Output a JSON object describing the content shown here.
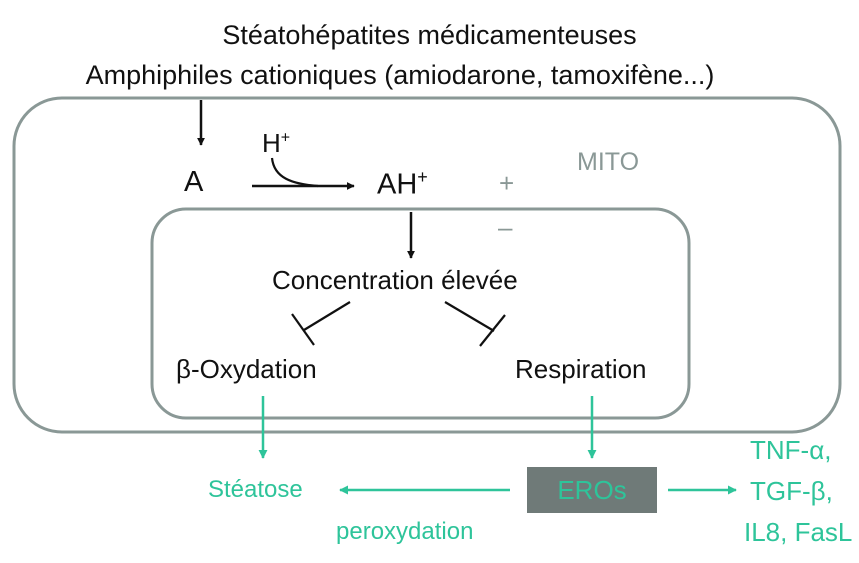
{
  "header": {
    "line1": "Stéatohépatites médicamenteuses",
    "line2": "Amphiphiles cationiques (amiodarone, tamoxifène...)"
  },
  "compartment_label": "MITO",
  "membrane": {
    "plus": "+",
    "minus": "–"
  },
  "species": {
    "a": "A",
    "h_plus": "H",
    "ah_plus": "AH",
    "plus_sup": "+"
  },
  "inner": {
    "concentration": "Concentration élevée",
    "beta_oxidation": "β-Oxydation",
    "respiration": "Respiration"
  },
  "outcomes": {
    "eros": "EROs",
    "steatose": "Stéatose",
    "peroxydation": "peroxydation",
    "cytokines": [
      "TNF-α,",
      "TGF-β,",
      "IL8, FasL"
    ]
  },
  "colors": {
    "text": "#111111",
    "box_stroke": "#8a9896",
    "accent": "#2ec49a",
    "eros_fill": "#6f7a78"
  }
}
